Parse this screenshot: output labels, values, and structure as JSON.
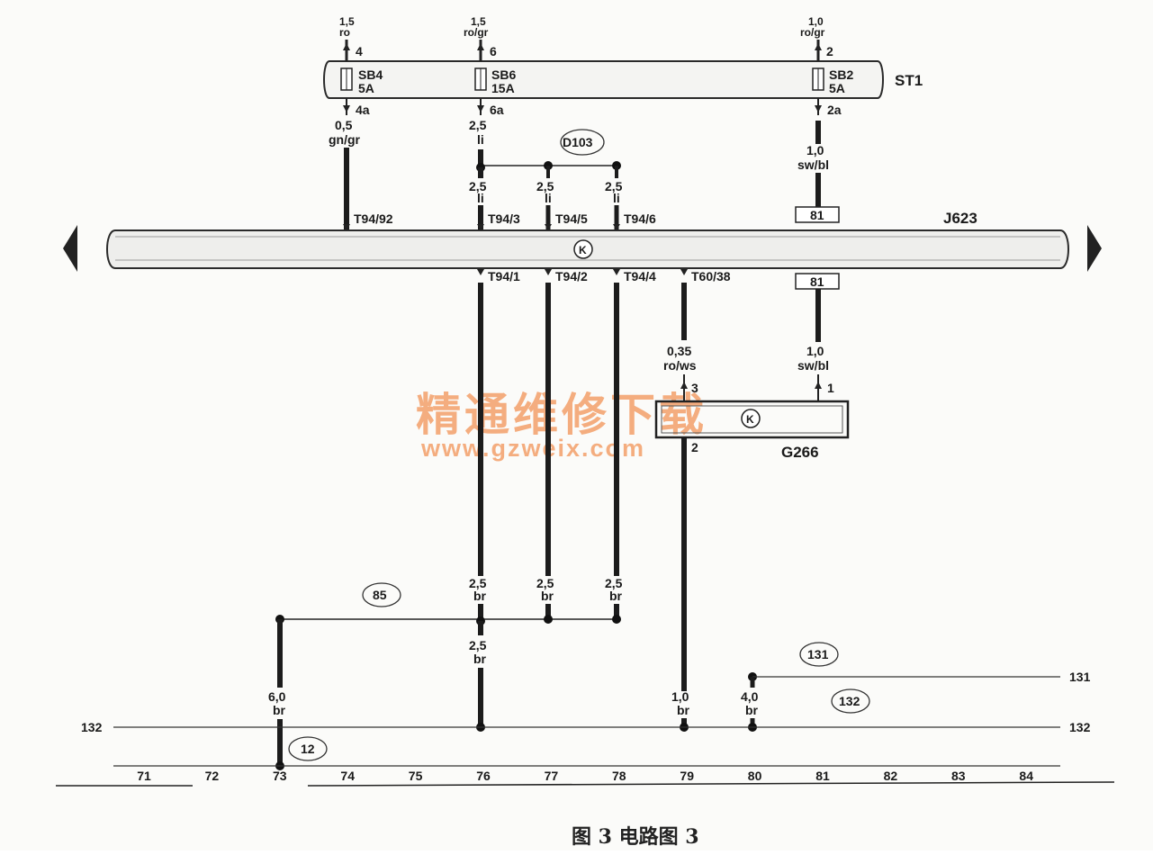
{
  "caption": "图 3  电路图 3",
  "watermark": {
    "line1": "精通维修下载",
    "line2": "www.gzweix.com"
  },
  "fusebox": {
    "name": "ST1",
    "fuses": [
      {
        "id": "SB4",
        "rating": "5A",
        "pin_in": "4",
        "pin_out": "4a",
        "top_color": "ro",
        "top_size": "1,5"
      },
      {
        "id": "SB6",
        "rating": "15A",
        "pin_in": "6",
        "pin_out": "6a",
        "top_color": "ro/gr",
        "top_size": "1,5"
      },
      {
        "id": "SB2",
        "rating": "5A",
        "pin_in": "2",
        "pin_out": "2a",
        "top_color": "ro/gr",
        "top_size": "1,0"
      }
    ]
  },
  "ecu": {
    "name": "J623",
    "pins_top": [
      "T94/92",
      "T94/3",
      "T94/5",
      "T94/6"
    ],
    "pins_bottom": [
      "T94/1",
      "T94/2",
      "T94/4",
      "T60/38"
    ],
    "box_top": "81",
    "box_bottom": "81"
  },
  "splice_top": "D103",
  "sensor": {
    "name": "G266",
    "pin1": "1",
    "pin2": "2",
    "pin3": "3"
  },
  "wires": {
    "sb4_out": {
      "size": "0,5",
      "color": "gn/gr"
    },
    "sb6_out": {
      "size": "2,5",
      "color": "li"
    },
    "sb2_out": {
      "size": "1,0",
      "color": "sw/bl"
    },
    "t94_3": {
      "size": "2,5",
      "color": "li"
    },
    "t94_5": {
      "size": "2,5",
      "color": "li"
    },
    "t94_6": {
      "size": "2,5",
      "color": "li"
    },
    "t94_1": {
      "size": "2,5",
      "color": "br"
    },
    "t94_2": {
      "size": "2,5",
      "color": "br"
    },
    "t94_4": {
      "size": "2,5",
      "color": "br"
    },
    "t60_38": {
      "size": "0,35",
      "color": "ro/ws"
    },
    "box81_g266": {
      "size": "1,0",
      "color": "sw/bl"
    },
    "ground_76": {
      "size": "2,5",
      "color": "br"
    },
    "ground_73": {
      "size": "6,0",
      "color": "br"
    },
    "ground_79": {
      "size": "1,0",
      "color": "br"
    },
    "ground_80": {
      "size": "4,0",
      "color": "br"
    }
  },
  "circles": {
    "c85": "85",
    "c131": "131",
    "c132": "132",
    "c12": "12"
  },
  "rails": {
    "r131_right": "131",
    "r132_left": "132",
    "r132_right": "132"
  },
  "columns": [
    "71",
    "72",
    "73",
    "74",
    "75",
    "76",
    "77",
    "78",
    "79",
    "80",
    "81",
    "82",
    "83",
    "84"
  ]
}
